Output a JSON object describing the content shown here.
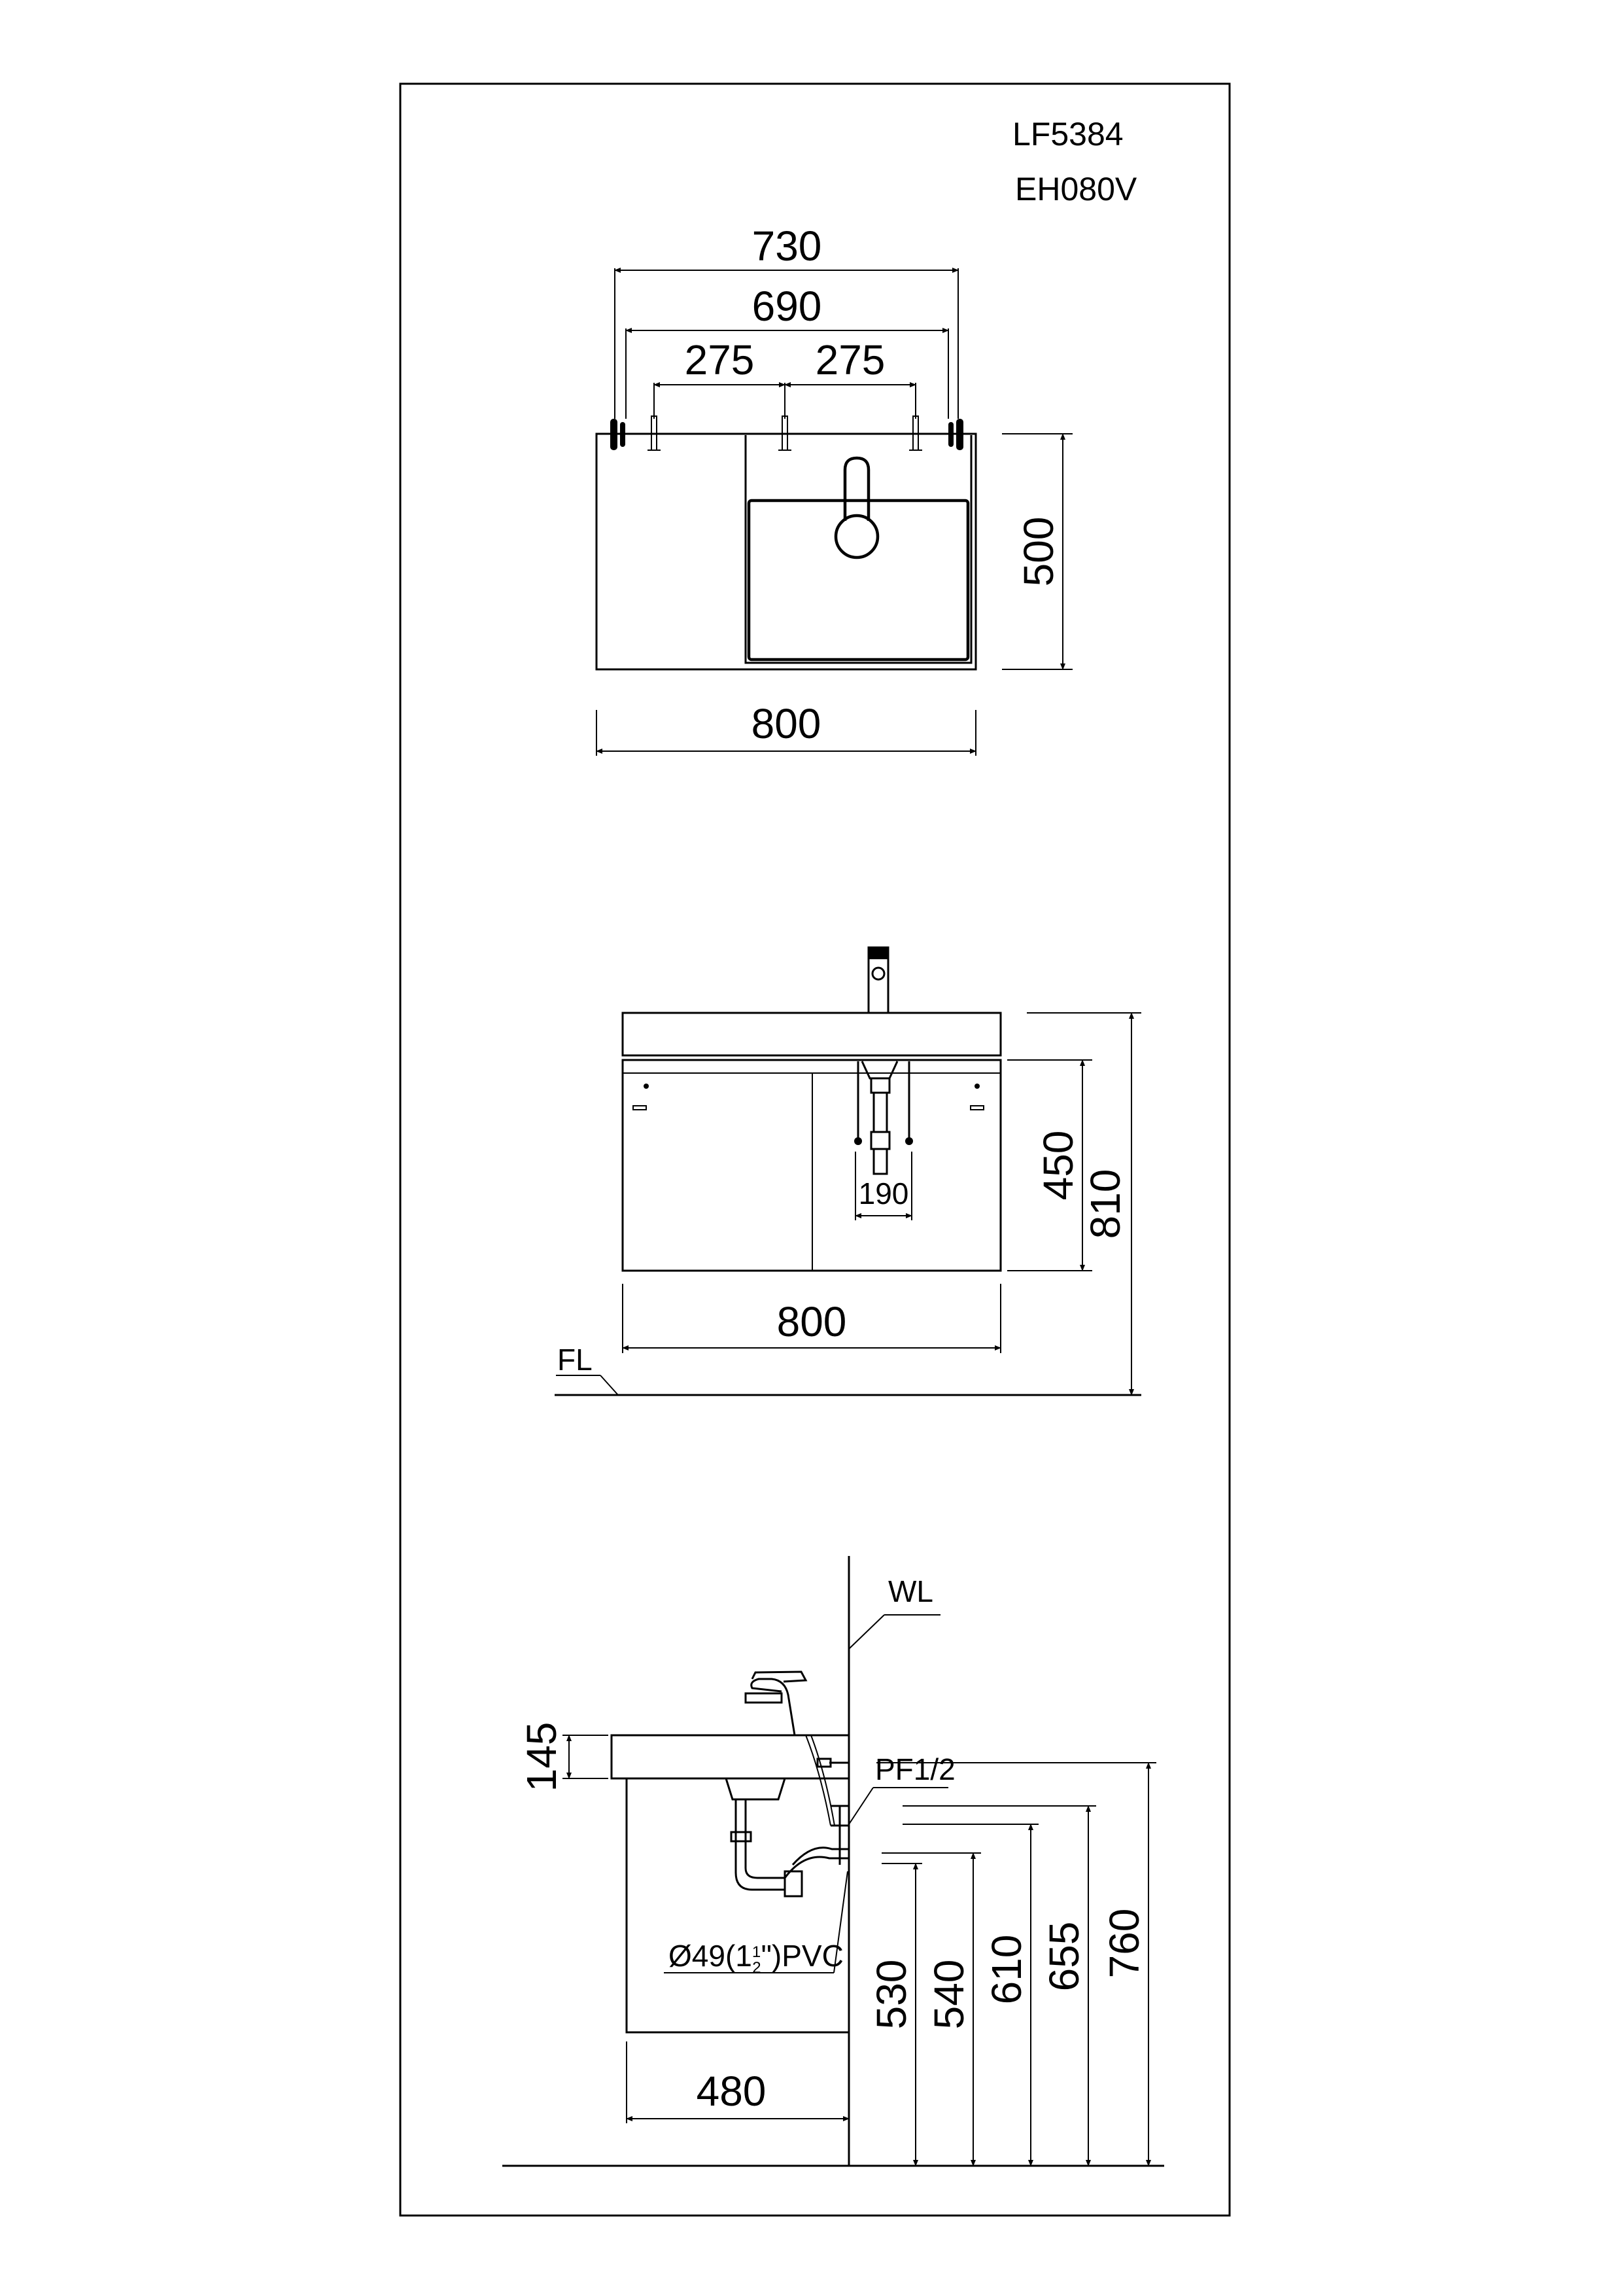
{
  "title_block": {
    "model_1": "LF5384",
    "model_2": "EH080V"
  },
  "top_view": {
    "dim_overall_top": "730",
    "dim_bracket_span": "690",
    "dim_left_spacing": "275",
    "dim_right_spacing": "275",
    "dim_depth": "500",
    "dim_width": "800"
  },
  "front_view": {
    "dim_cabinet_height": "450",
    "dim_total_height": "810",
    "dim_drain_width": "190",
    "dim_width": "800",
    "floor_label": "FL"
  },
  "side_view": {
    "wall_label": "WL",
    "dim_counter_thickness": "145",
    "supply_label": "PF1/2",
    "drain_pipe_label_prefix": "Ø49(1",
    "drain_pipe_fraction_num": "1",
    "drain_pipe_fraction_den": "2",
    "drain_pipe_label_suffix": "\")PVC",
    "dim_depth": "480",
    "height_dims": [
      "530",
      "540",
      "610",
      "655",
      "760"
    ]
  }
}
